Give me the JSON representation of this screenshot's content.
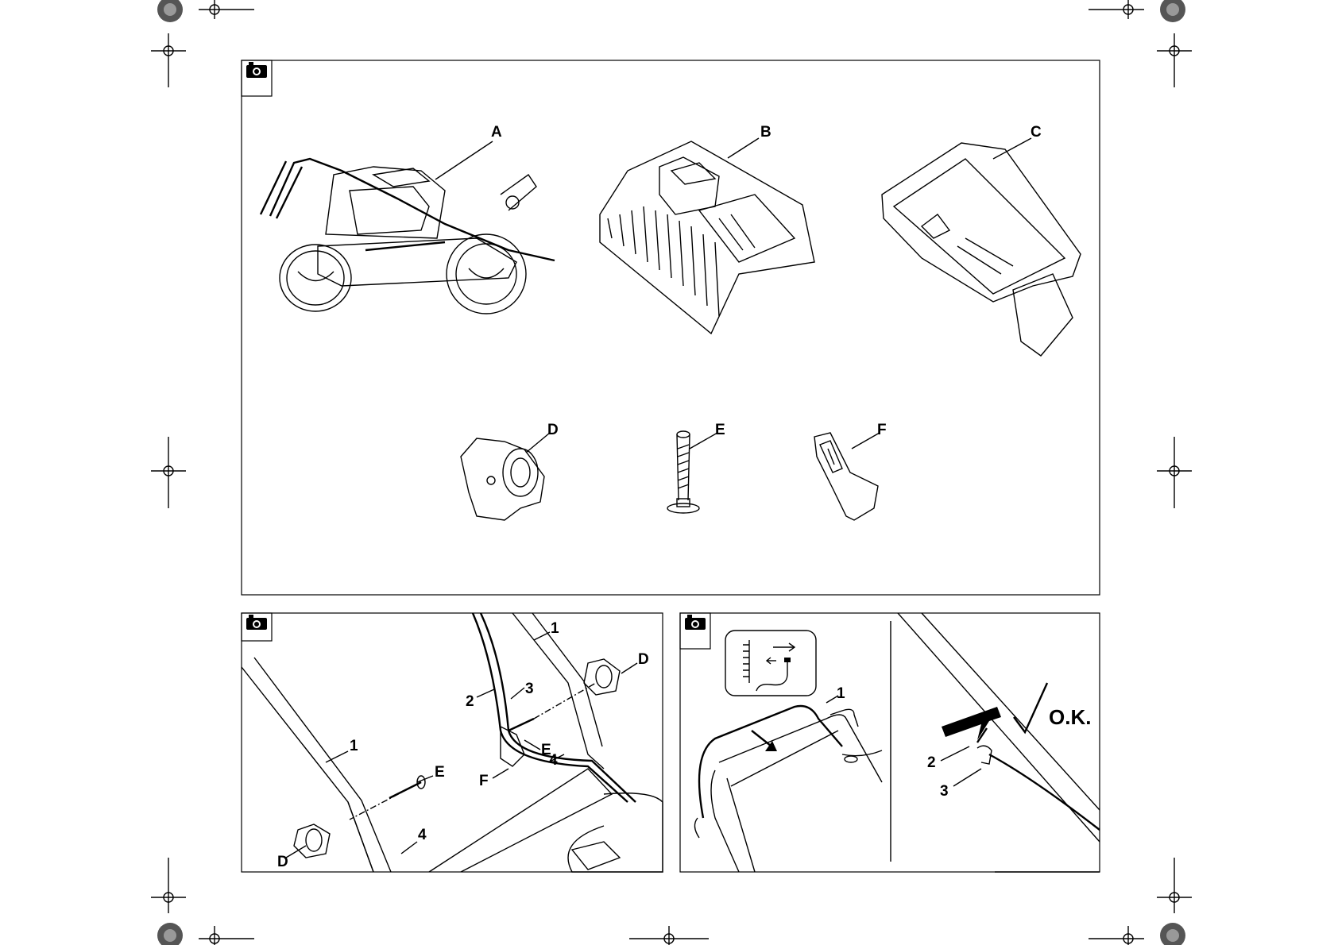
{
  "top_panel": {
    "icon": "camera-icon",
    "labels": {
      "a": "A",
      "b": "B",
      "c": "C",
      "d": "D",
      "e": "E",
      "f": "F"
    }
  },
  "bottom_left_panel": {
    "icon": "camera-icon",
    "labels": {
      "handle_upper": "1",
      "cable_2": "2",
      "cable_3": "3",
      "lower_4_upper": "4",
      "knob_upper": "D",
      "bolt_upper": "E",
      "clip": "F",
      "handle_lower": "1",
      "bolt_lower": "E",
      "lower_4": "4",
      "knob_lower": "D"
    }
  },
  "bottom_right_panel": {
    "icon": "camera-icon",
    "labels": {
      "handle": "1",
      "part_2": "2",
      "part_3": "3",
      "ok": "O.K."
    }
  }
}
